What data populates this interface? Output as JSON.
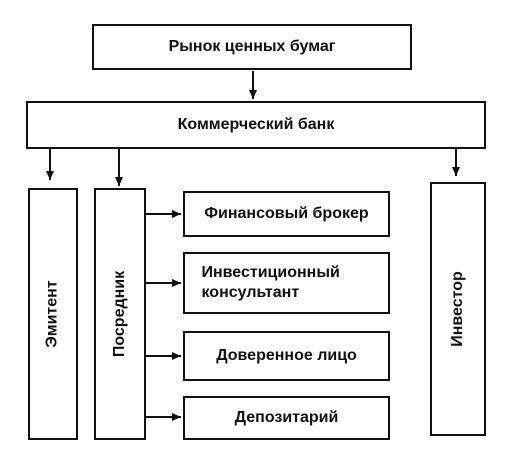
{
  "diagram": {
    "top": "Рынок ценных бумаг",
    "bank": "Коммерческий банк",
    "issuer": "Эмитент",
    "intermediary": "Посредник",
    "investor": "Инвестор",
    "roles": [
      "Финансовый брокер",
      "Инвестиционный консультант",
      "Доверенное лицо",
      "Депозитарий"
    ]
  },
  "colors": {
    "stroke": "#111111",
    "background": "#ffffff"
  }
}
